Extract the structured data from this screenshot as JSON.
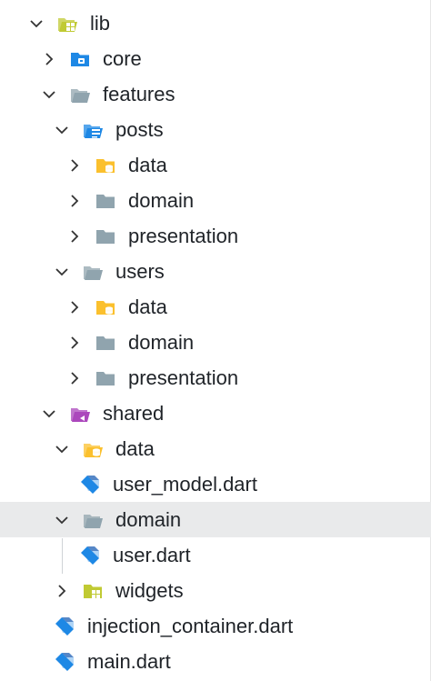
{
  "explorer": {
    "items": [
      {
        "label": "lib",
        "depth": 0,
        "state": "expanded",
        "icon": "folder-lib-open-icon"
      },
      {
        "label": "core",
        "depth": 1,
        "state": "collapsed",
        "icon": "folder-core-icon"
      },
      {
        "label": "features",
        "depth": 1,
        "state": "expanded",
        "icon": "folder-open-icon"
      },
      {
        "label": "posts",
        "depth": 2,
        "state": "expanded",
        "icon": "folder-posts-open-icon"
      },
      {
        "label": "data",
        "depth": 3,
        "state": "collapsed",
        "icon": "folder-data-icon"
      },
      {
        "label": "domain",
        "depth": 3,
        "state": "collapsed",
        "icon": "folder-icon"
      },
      {
        "label": "presentation",
        "depth": 3,
        "state": "collapsed",
        "icon": "folder-icon"
      },
      {
        "label": "users",
        "depth": 2,
        "state": "expanded",
        "icon": "folder-open-icon"
      },
      {
        "label": "data",
        "depth": 3,
        "state": "collapsed",
        "icon": "folder-data-icon"
      },
      {
        "label": "domain",
        "depth": 3,
        "state": "collapsed",
        "icon": "folder-icon"
      },
      {
        "label": "presentation",
        "depth": 3,
        "state": "collapsed",
        "icon": "folder-icon"
      },
      {
        "label": "shared",
        "depth": 1,
        "state": "expanded",
        "icon": "folder-shared-open-icon"
      },
      {
        "label": "data",
        "depth": 2,
        "state": "expanded",
        "icon": "folder-data-open-icon"
      },
      {
        "label": "user_model.dart",
        "depth": 3,
        "state": "file",
        "icon": "dart-file-icon"
      },
      {
        "label": "domain",
        "depth": 2,
        "state": "expanded",
        "icon": "folder-open-icon",
        "selected": true
      },
      {
        "label": "user.dart",
        "depth": 3,
        "state": "file",
        "icon": "dart-file-icon"
      },
      {
        "label": "widgets",
        "depth": 2,
        "state": "collapsed",
        "icon": "folder-widgets-icon"
      },
      {
        "label": "injection_container.dart",
        "depth": 1,
        "state": "file",
        "icon": "dart-file-icon"
      },
      {
        "label": "main.dart",
        "depth": 1,
        "state": "file",
        "icon": "dart-file-icon"
      }
    ]
  },
  "colors": {
    "selected_row": "#e9eaeb",
    "folder_gray": "#90a4ae",
    "folder_lib": "#c0ca33",
    "folder_core": "#1e88e5",
    "folder_posts": "#1e88e5",
    "folder_data": "#fbc02d",
    "folder_shared": "#ab47bc",
    "folder_widgets": "#c0ca33",
    "dart_blue": "#1e88e5"
  }
}
